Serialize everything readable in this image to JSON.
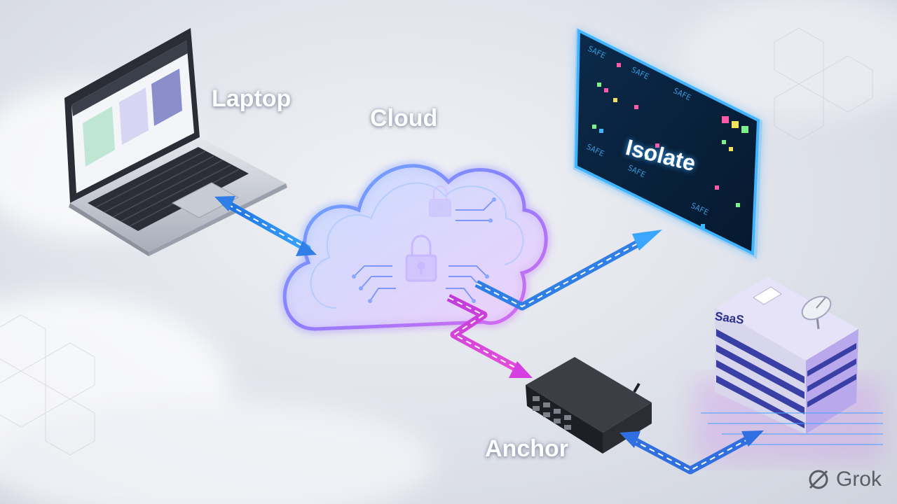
{
  "labels": {
    "laptop": "Laptop",
    "cloud": "Cloud",
    "isolate": "Isolate",
    "anchor": "Anchor",
    "saas": "SaaS"
  },
  "screen_tag": "SAFE",
  "watermark": "Grok",
  "colors": {
    "blue_link": "#2f7fe6",
    "magenta_link": "#d63fe0",
    "cloud_glow": "#7b6cff",
    "isolate_glow": "#2ea8ff",
    "building_accent": "#c45cf0"
  },
  "nodes": [
    {
      "name": "Laptop",
      "icon": "laptop-icon"
    },
    {
      "name": "Cloud",
      "icon": "cloud-lock-icon"
    },
    {
      "name": "Isolate",
      "icon": "screen-icon"
    },
    {
      "name": "Anchor",
      "icon": "router-icon"
    },
    {
      "name": "SaaS",
      "icon": "building-icon"
    }
  ],
  "links": [
    {
      "from": "Laptop",
      "to": "Cloud",
      "style": "bidirectional",
      "color": "#2f7fe6"
    },
    {
      "from": "Cloud",
      "to": "Isolate",
      "style": "directional",
      "color": "#2f7fe6"
    },
    {
      "from": "Cloud",
      "to": "Anchor",
      "style": "directional",
      "color": "#d63fe0"
    },
    {
      "from": "Anchor",
      "to": "SaaS",
      "style": "bidirectional",
      "color": "#2f7fe6"
    }
  ]
}
